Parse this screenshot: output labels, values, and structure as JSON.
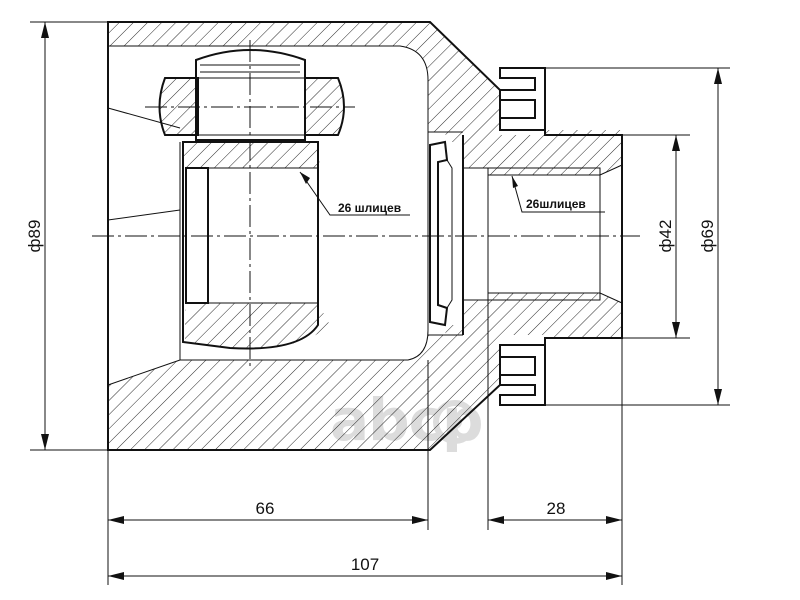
{
  "diagram": {
    "colors": {
      "line": "#111111",
      "background": "#ffffff",
      "watermark": "#dcdcdc"
    },
    "dimensions": {
      "outer_diameter": "ф89",
      "bore_diameter": "ф42",
      "flange_diameter": "ф69",
      "length_body": "66",
      "length_stub": "28",
      "length_total": "107"
    },
    "notes": {
      "splines_inner": "26 шлицев",
      "splines_outer": "26шлицев"
    },
    "watermark": {
      "text": "abcp",
      "icon": "logo-ring-icon"
    }
  }
}
